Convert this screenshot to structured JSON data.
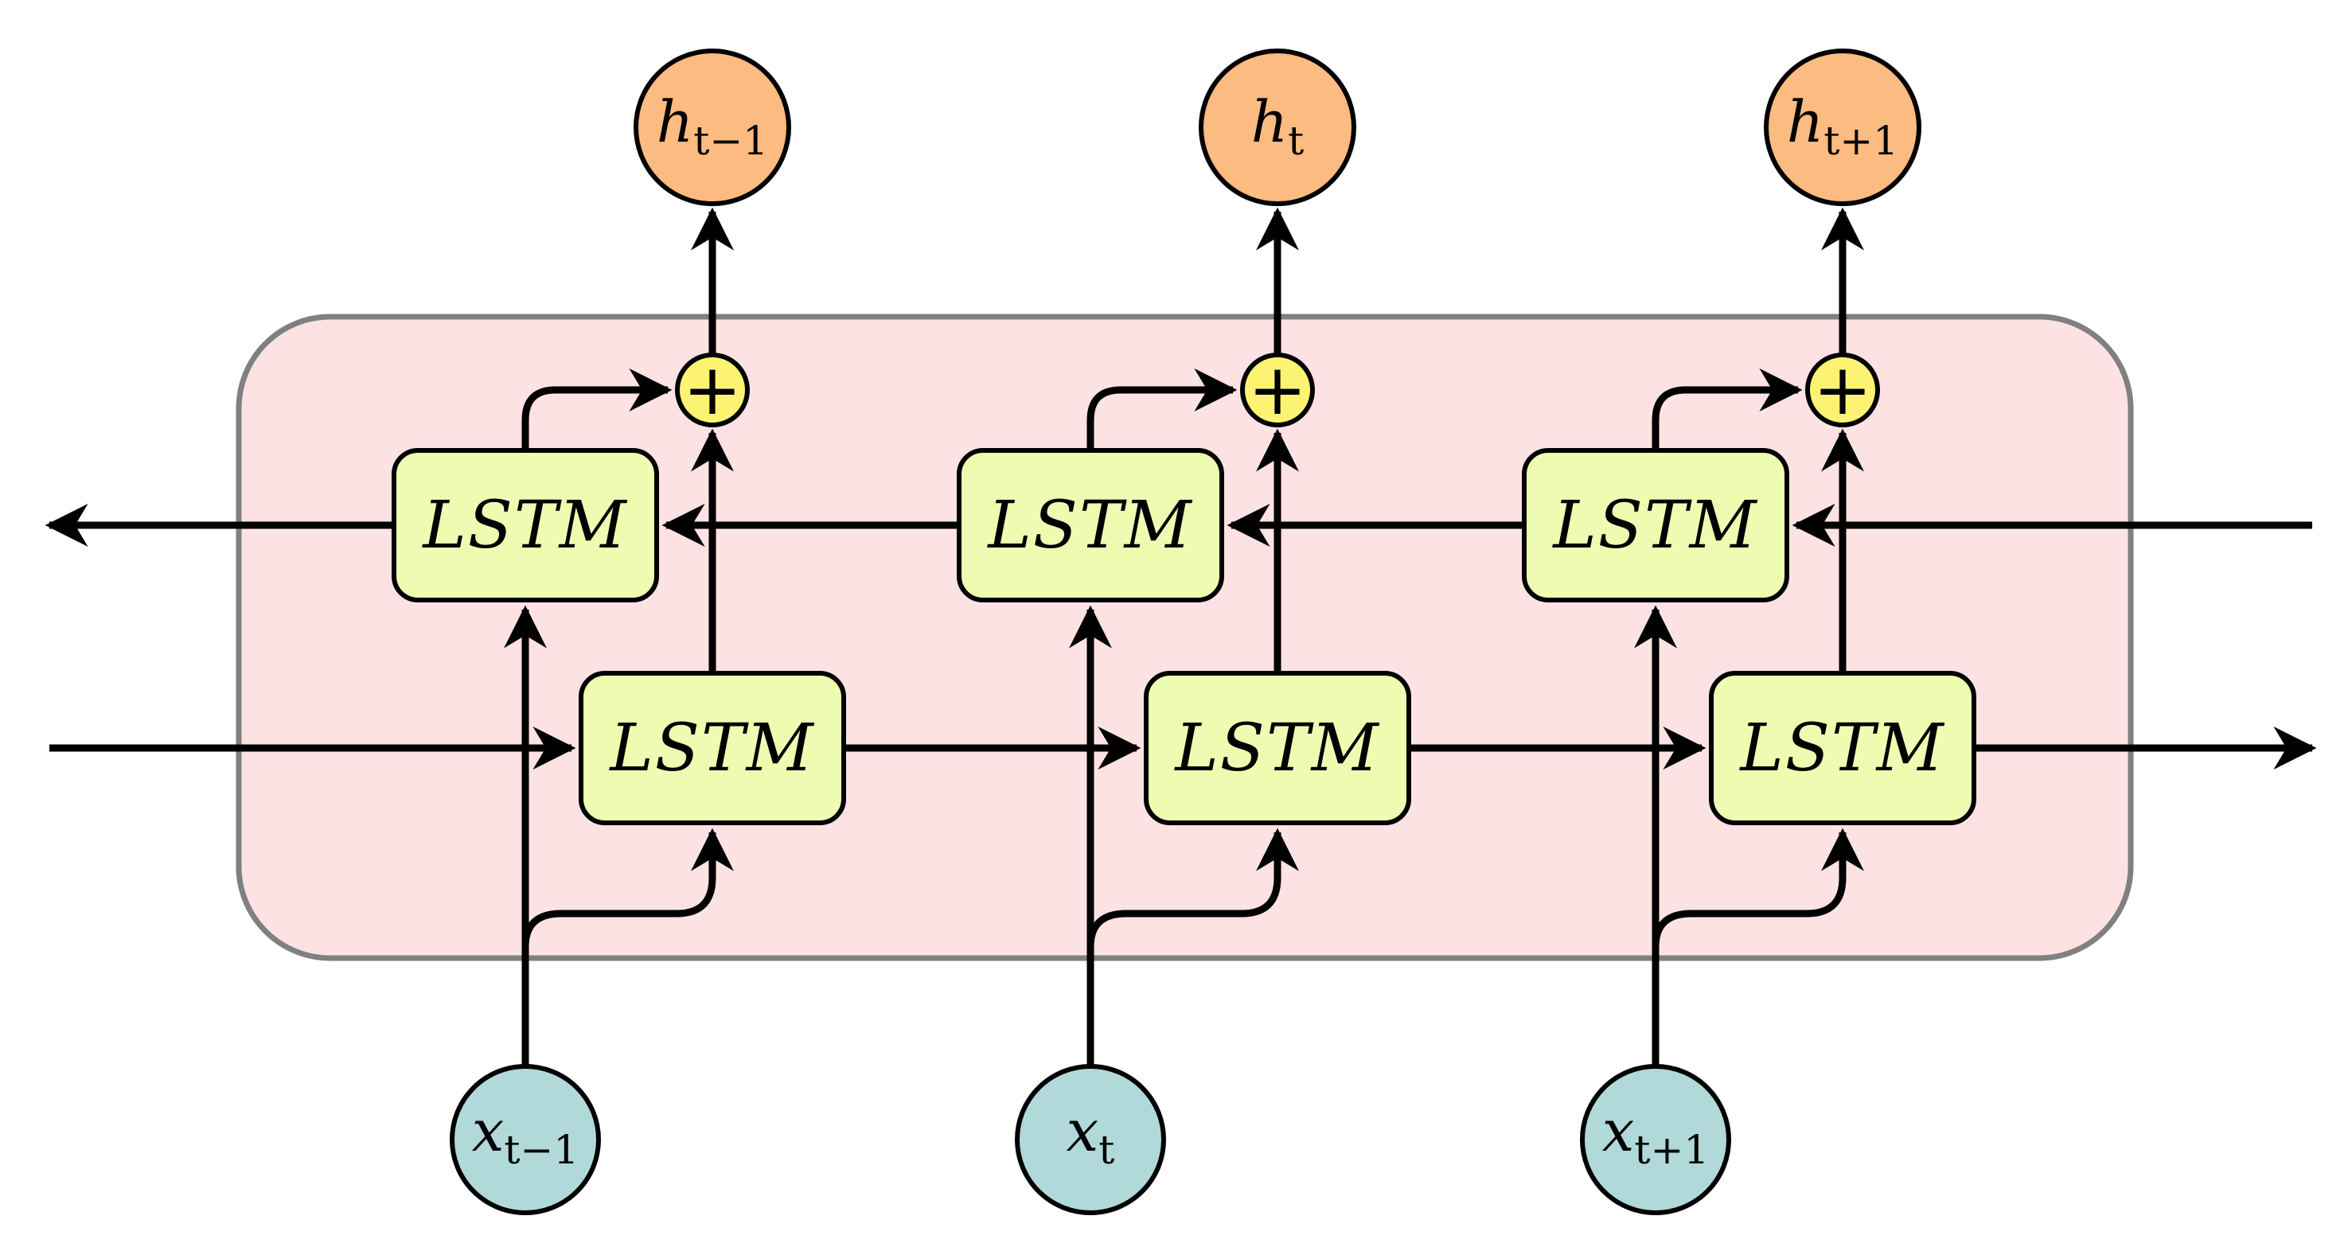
{
  "diagram": {
    "colors": {
      "background_panel": "#fde2e4",
      "panel_border": "#808080",
      "lstm_fill": "#eefcb2",
      "output_node": "#fcbb80",
      "input_node": "#b2d9da",
      "sum_node": "#fdf373",
      "stroke": "#000000"
    },
    "steps": [
      {
        "input": {
          "symbol": "x",
          "subscript": "t−1"
        },
        "output": {
          "symbol": "h",
          "subscript": "t−1"
        },
        "forward_cell": "LSTM",
        "backward_cell": "LSTM",
        "combine": "+"
      },
      {
        "input": {
          "symbol": "x",
          "subscript": "t"
        },
        "output": {
          "symbol": "h",
          "subscript": "t"
        },
        "forward_cell": "LSTM",
        "backward_cell": "LSTM",
        "combine": "+"
      },
      {
        "input": {
          "symbol": "x",
          "subscript": "t+1"
        },
        "output": {
          "symbol": "h",
          "subscript": "t+1"
        },
        "forward_cell": "LSTM",
        "backward_cell": "LSTM",
        "combine": "+"
      }
    ]
  }
}
